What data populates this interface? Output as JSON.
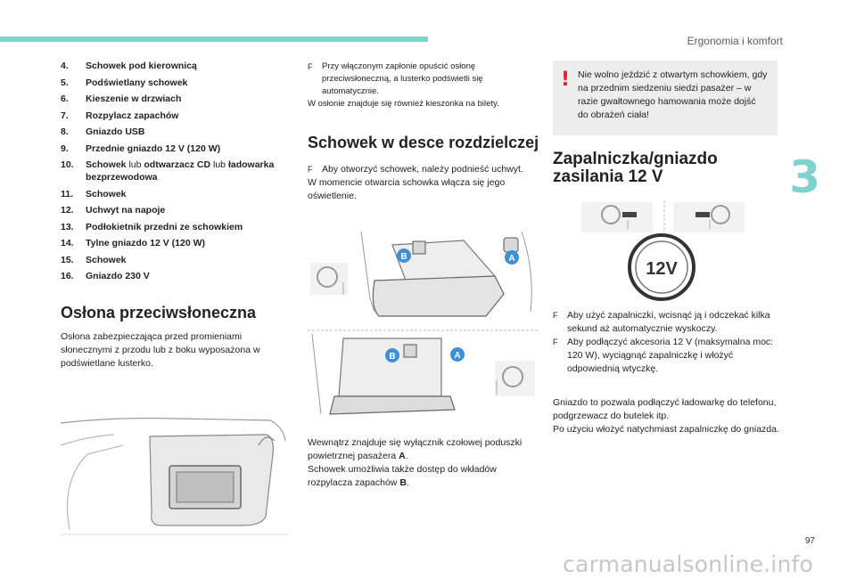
{
  "header": {
    "section_title": "Ergonomia i komfort",
    "chapter_number": "3"
  },
  "footer": {
    "page_number": "97",
    "watermark": "carmanualsonline.info"
  },
  "list": [
    {
      "num": "4.",
      "parts": [
        {
          "t": "Schowek pod kierownicą",
          "b": true
        }
      ]
    },
    {
      "num": "5.",
      "parts": [
        {
          "t": "Podświetlany schowek",
          "b": true
        }
      ]
    },
    {
      "num": "6.",
      "parts": [
        {
          "t": "Kieszenie w drzwiach",
          "b": true
        }
      ]
    },
    {
      "num": "7.",
      "parts": [
        {
          "t": "Rozpylacz zapachów",
          "b": true
        }
      ]
    },
    {
      "num": "8.",
      "parts": [
        {
          "t": "Gniazdo USB",
          "b": true
        }
      ]
    },
    {
      "num": "9.",
      "parts": [
        {
          "t": "Przednie gniazdo 12 V (120 W)",
          "b": true
        }
      ]
    },
    {
      "num": "10.",
      "parts": [
        {
          "t": "Schowek",
          "b": true
        },
        {
          "t": " lub ",
          "b": false
        },
        {
          "t": "odtwarzacz CD",
          "b": true
        },
        {
          "t": " lub ",
          "b": false
        },
        {
          "t": "ładowarka bezprzewodowa",
          "b": true
        }
      ]
    },
    {
      "num": "11.",
      "parts": [
        {
          "t": "Schowek",
          "b": true
        }
      ]
    },
    {
      "num": "12.",
      "parts": [
        {
          "t": "Uchwyt na napoje",
          "b": true
        }
      ]
    },
    {
      "num": "13.",
      "parts": [
        {
          "t": "Podłokietnik przedni ze schowkiem",
          "b": true
        }
      ]
    },
    {
      "num": "14.",
      "parts": [
        {
          "t": "Tylne gniazdo 12 V (120 W)",
          "b": true
        }
      ]
    },
    {
      "num": "15.",
      "parts": [
        {
          "t": "Schowek",
          "b": true
        }
      ]
    },
    {
      "num": "16.",
      "parts": [
        {
          "t": "Gniazdo 230 V",
          "b": true
        }
      ]
    }
  ],
  "sunvisor": {
    "heading": "Osłona przeciwsłoneczna",
    "text": "Osłona zabezpieczająca przed promieniami słonecznymi z przodu lub z boku wyposażona w podświetlane lusterko."
  },
  "col2": {
    "bullet_symbol": "F",
    "note1": "Przy włączonym zapłonie opuścić osłonę przeciwsłoneczną, a lusterko podświetli się automatycznie.",
    "note2": "W osłonie znajduje się również kieszonka na bilety.",
    "heading": "Schowek w desce rozdzielczej",
    "open_instr": "Aby otworzyć schowek, należy podnieść uchwyt.",
    "light_text": "W momencie otwarcia schowka włącza się jego oświetlenie.",
    "label_a": "A",
    "label_b": "B",
    "bottom_text_1": "Wewnątrz znajduje się wyłącznik czołowej poduszki powietrznej pasażera ",
    "bottom_text_1b": "A",
    "bottom_text_2": "Schowek umożliwia także dostęp do wkładów rozpylacza zapachów ",
    "bottom_text_2b": "B"
  },
  "col3": {
    "warning_text": "Nie wolno jeździć z otwartym schowkiem, gdy na przednim siedzeniu siedzi pasażer – w razie gwałtownego hamowania może dojść do obrażeń ciała!",
    "warning_symbol": "!",
    "heading_line1": "Zapalniczka/gniazdo",
    "heading_line2": "zasilania 12 V",
    "socket_label": "12V",
    "bullet1": "Aby użyć zapalniczki, wcisnąć ją i odczekać kilka sekund aż automatycznie wyskoczy.",
    "bullet2": "Aby podłączyć akcesoria 12 V (maksymalna moc: 120 W), wyciągnąć zapalniczkę i włożyć odpowiednią wtyczkę.",
    "para1": "Gniazdo to pozwala podłączyć ładowarkę do telefonu, podgrzewacz do butelek itp.",
    "para2": "Po użyciu włożyć natychmiast zapalniczkę do gniazda."
  },
  "colors": {
    "accent": "#7fd3cf",
    "warning_red": "#e0203a",
    "callout_blue": "#3d8fd6"
  }
}
